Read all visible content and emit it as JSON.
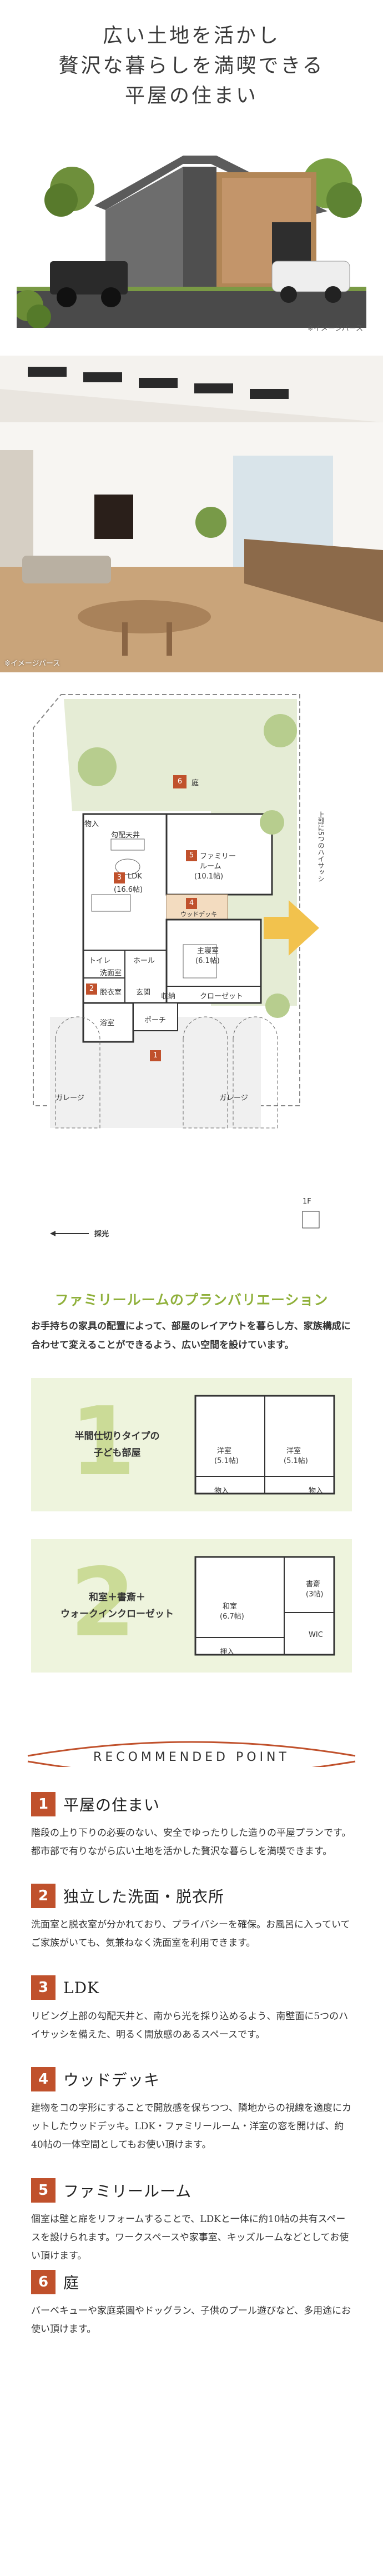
{
  "hero": {
    "title_lines": [
      "広い土地を活かし",
      "贅沢な暮らしを満喫できる",
      "平屋の住まい"
    ],
    "caption": "※イメージパース"
  },
  "interior": {
    "caption": "※イメージパース"
  },
  "plan": {
    "labels": {
      "niwa": "庭",
      "loft": "勾配天井",
      "ldk": "LDK",
      "ldk_size": "(16.6帖)",
      "family_room": "ファミリー",
      "family_room2": "ルーム",
      "family_size": "(10.1帖)",
      "wood_deck": "ウッドデッキ",
      "master": "主寝室",
      "master_size": "(6.1帖)",
      "closet": "クローゼット",
      "toilet": "トイレ",
      "hall": "ホール",
      "wash": "洗面室",
      "dressing": "脱衣室",
      "entrance": "玄関",
      "bath": "浴室",
      "storage": "収納",
      "storage2": "物入",
      "porch": "ポーチ",
      "garage1": "ガレージ",
      "garage2": "ガレージ",
      "window_note": "上部に5つのハイサッシ",
      "sunlight": "採光",
      "floor": "1F"
    },
    "markers": [
      "1",
      "2",
      "3",
      "4",
      "5",
      "6"
    ]
  },
  "variations": {
    "title": "ファミリールームのプランバリエーション",
    "desc": "お手持ちの家具の配置によって、部屋のレイアウトを暮らし方、家族構成に合わせて変えることができるよう、広い空間を設けています。",
    "items": [
      {
        "num": "1",
        "label_lines": [
          "半間仕切りタイプの",
          "子ども部屋"
        ],
        "rooms": [
          "洋室",
          "(5.1帖)",
          "洋室",
          "(5.1帖)",
          "物入",
          "物入"
        ]
      },
      {
        "num": "2",
        "label_lines": [
          "和室＋書斎＋",
          "ウォークインクローゼット"
        ],
        "rooms": [
          "和室",
          "(6.7帖)",
          "書斎",
          "(3帖)",
          "押入",
          "WIC"
        ]
      }
    ]
  },
  "recommended": {
    "title": "RECOMMENDED POINT",
    "points": [
      {
        "num": "1",
        "title": "平屋の住まい",
        "text": "階段の上り下りの必要のない、安全でゆったりした造りの平屋プランです。都市部で有りながら広い土地を活かした贅沢な暮らしを満喫できます。"
      },
      {
        "num": "2",
        "title": "独立した洗面・脱衣所",
        "text": "洗面室と脱衣室が分かれており、プライバシーを確保。お風呂に入っていてご家族がいても、気兼ねなく洗面室を利用できます。"
      },
      {
        "num": "3",
        "title": "LDK",
        "text": "リビング上部の勾配天井と、南から光を採り込めるよう、南壁面に5つのハイサッシを備えた、明るく開放感のあるスペースです。"
      },
      {
        "num": "4",
        "title": "ウッドデッキ",
        "text": "建物をコの字形にすることで開放感を保ちつつ、隣地からの視線を適度にカットしたウッドデッキ。LDK・ファミリールーム・洋室の窓を開けば、約40帖の一体空間としてもお使い頂けます。"
      },
      {
        "num": "5",
        "title": "ファミリールーム",
        "text": "個室は壁と扉をリフォームすることで、LDKと一体に約10帖の共有スペースを設けられます。ワークスペースや家事室、キッズルームなどとしてお使い頂けます。"
      },
      {
        "num": "6",
        "title": "庭",
        "text": "バーベキューや家庭菜園やドッグラン、子供のプール遊びなど、多用途にお使い頂けます。"
      }
    ]
  }
}
